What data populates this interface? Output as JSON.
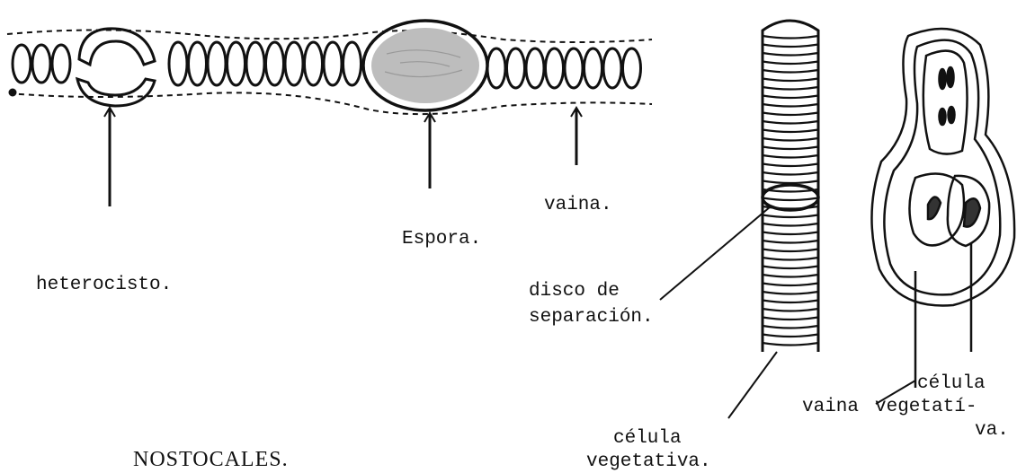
{
  "labels": {
    "heterocisto": "heterocisto.",
    "espora": "Espora.",
    "vaina_filament": "vaina.",
    "disco_line1": "disco de",
    "disco_line2": "separación.",
    "celula_veg_line1": "célula",
    "celula_veg_line2": "vegetativa.",
    "vaina_right": "vaina",
    "celula_right_line1": "célula",
    "celula_right_line2": "vegetatí-",
    "celula_right_line3": "va."
  },
  "title": "NOSTOCALES.",
  "colors": {
    "ink": "#111111",
    "spore_fill": "#bdbdbd",
    "background": "#ffffff"
  },
  "icons": [
    "filament-diagram",
    "heterocyst-icon",
    "spore-icon",
    "oscillatoria-trichome-diagram",
    "sheathed-colony-diagram"
  ]
}
